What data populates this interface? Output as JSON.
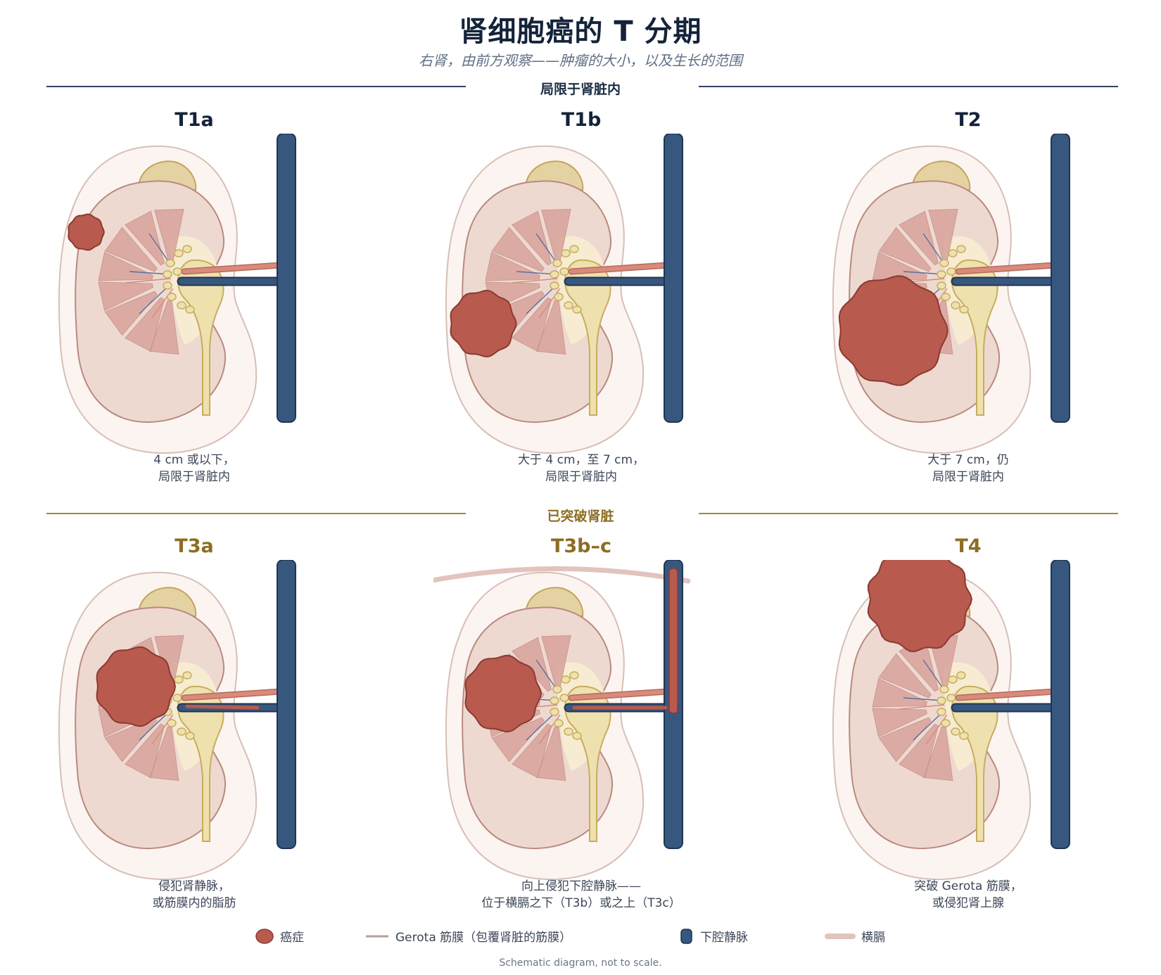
{
  "title": "肾细胞癌的 T 分期",
  "subtitle": "右肾，由前方观察——肿瘤的大小，以及生长的范围",
  "sections": [
    {
      "label": "局限于肾脏内"
    },
    {
      "label": "已突破肾脏"
    }
  ],
  "panels": [
    {
      "stage": "T1a",
      "caption": [
        "4 cm 或以下，",
        "局限于肾脏内"
      ]
    },
    {
      "stage": "T1b",
      "caption": [
        "大于 4 cm，至 7 cm，",
        "局限于肾脏内"
      ]
    },
    {
      "stage": "T2",
      "caption": [
        "大于 7 cm，仍",
        "局限于肾脏内"
      ]
    },
    {
      "stage": "T3a",
      "caption": [
        "侵犯肾静脉，",
        "或筋膜内的脂肪"
      ]
    },
    {
      "stage": "T3b–c",
      "caption": [
        "向上侵犯下腔静脉——",
        "位于横膈之下（T3b）或之上（T3c）"
      ]
    },
    {
      "stage": "T4",
      "caption": [
        "突破 Gerota 筋膜，",
        "或侵犯肾上腺"
      ]
    }
  ],
  "legend": [
    {
      "label": "癌症",
      "icon": "tumor-swatch"
    },
    {
      "label": "Gerota 筋膜（包覆肾脏的筋膜）",
      "icon": "fascia-line"
    },
    {
      "label": "下腔静脉",
      "icon": "ivc-swatch"
    },
    {
      "label": "横膈",
      "icon": "diaphragm-line"
    }
  ],
  "footnote": "Schematic diagram, not to scale.",
  "colors": {
    "tumor": "#b85a4e",
    "tumor_stroke": "#8a3a32",
    "ivc": "#38577f",
    "ivc_stroke": "#1f3552",
    "artery": "#d98a7a",
    "fascia_fill": "#fcf4f1",
    "fascia_stroke": "#d7bfb6",
    "cortex": "#eed9d1",
    "cortex_stroke": "#b98a7e",
    "pyramid": "#d8a49b",
    "adrenal": "#e4d2a2",
    "adrenal_stroke": "#c2a55b",
    "ureter": "#efe1ae",
    "ureter_stroke": "#c6ad5f",
    "diaphragm": "#e2c3be",
    "navy_text": "#14233a",
    "gold_text": "#8d6d23"
  }
}
